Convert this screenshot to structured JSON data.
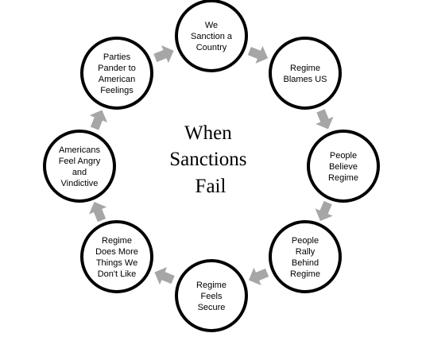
{
  "diagram": {
    "type": "cycle",
    "title_lines": [
      "When",
      "Sanctions",
      "Fail"
    ],
    "colors": {
      "node_border": "#000000",
      "node_fill": "#ffffff",
      "arrow": "#a6a6a6",
      "text": "#000000"
    },
    "nodes": [
      {
        "id": "we-sanction",
        "lines": [
          "We",
          "Sanction a",
          "Country"
        ]
      },
      {
        "id": "regime-blames",
        "lines": [
          "Regime",
          "Blames US"
        ]
      },
      {
        "id": "people-believe",
        "lines": [
          "People",
          "Believe",
          "Regime"
        ]
      },
      {
        "id": "people-rally",
        "lines": [
          "People",
          "Rally",
          "Behind",
          "Regime"
        ]
      },
      {
        "id": "regime-secure",
        "lines": [
          "Regime",
          "Feels",
          "Secure"
        ]
      },
      {
        "id": "regime-does-more",
        "lines": [
          "Regime",
          "Does More",
          "Things We",
          "Don't Like"
        ]
      },
      {
        "id": "americans-angry",
        "lines": [
          "Americans",
          "Feel Angry",
          "and",
          "Vindictive"
        ]
      },
      {
        "id": "parties-pander",
        "lines": [
          "Parties",
          "Pander to",
          "American",
          "Feelings"
        ]
      }
    ],
    "edges": [
      {
        "from": "we-sanction",
        "to": "regime-blames"
      },
      {
        "from": "regime-blames",
        "to": "people-believe"
      },
      {
        "from": "people-believe",
        "to": "people-rally"
      },
      {
        "from": "people-rally",
        "to": "regime-secure"
      },
      {
        "from": "regime-secure",
        "to": "regime-does-more"
      },
      {
        "from": "regime-does-more",
        "to": "americans-angry"
      },
      {
        "from": "americans-angry",
        "to": "parties-pander"
      },
      {
        "from": "parties-pander",
        "to": "we-sanction"
      }
    ]
  }
}
